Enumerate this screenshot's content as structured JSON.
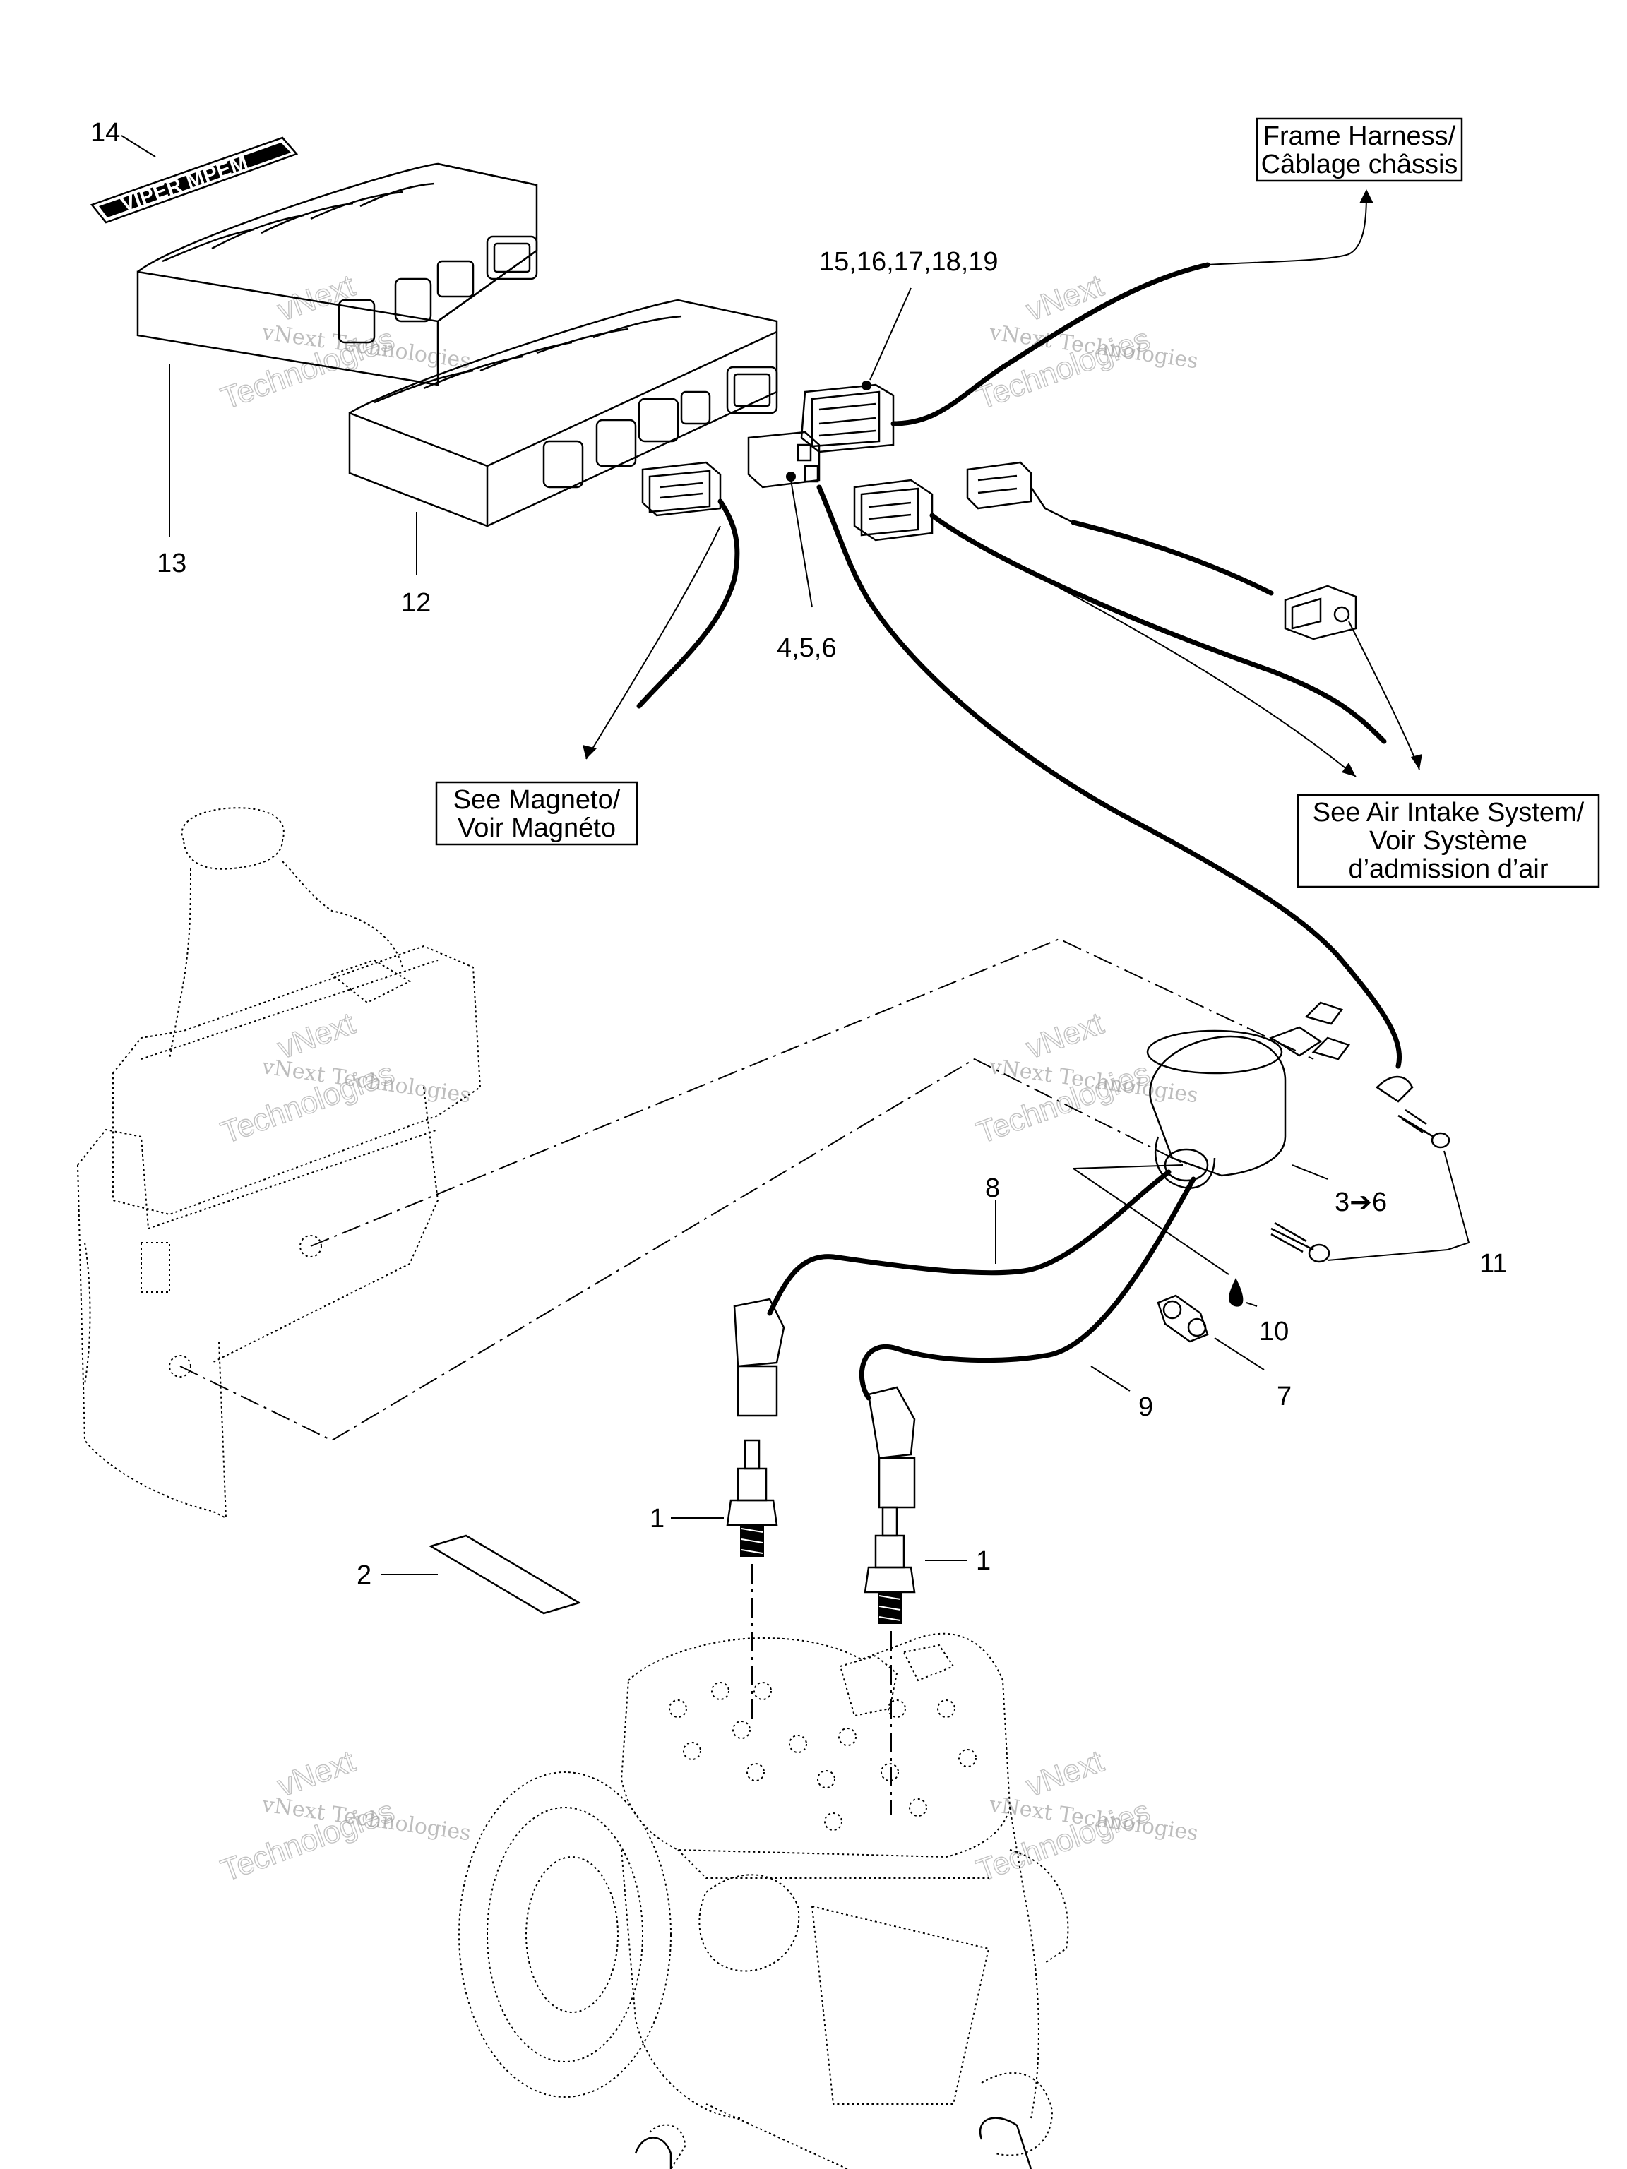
{
  "callouts": {
    "c14": "14",
    "c13": "13",
    "c12": "12",
    "c15_19": "15,16,17,18,19",
    "c4_6": "4,5,6",
    "c8": "8",
    "c3_6": "3➔6",
    "c11": "11",
    "c10": "10",
    "c7": "7",
    "c9": "9",
    "c1a": "1",
    "c1b": "1",
    "c2": "2"
  },
  "references": {
    "frame_harness": [
      "Frame Harness/",
      "Câblage châssis"
    ],
    "see_magneto": [
      "See Magneto/",
      "Voir Magnéto"
    ],
    "see_air_intake": [
      "See Air Intake System/",
      "Voir Système",
      "d’admission d’air"
    ]
  },
  "watermark": {
    "line1": "vNext Technologies",
    "line2": "vNext",
    "line3": "Technologies"
  },
  "decal_text": "VIPER MPEM",
  "colors": {
    "ink": "#000000",
    "paper": "#ffffff",
    "watermark": "#999999"
  }
}
